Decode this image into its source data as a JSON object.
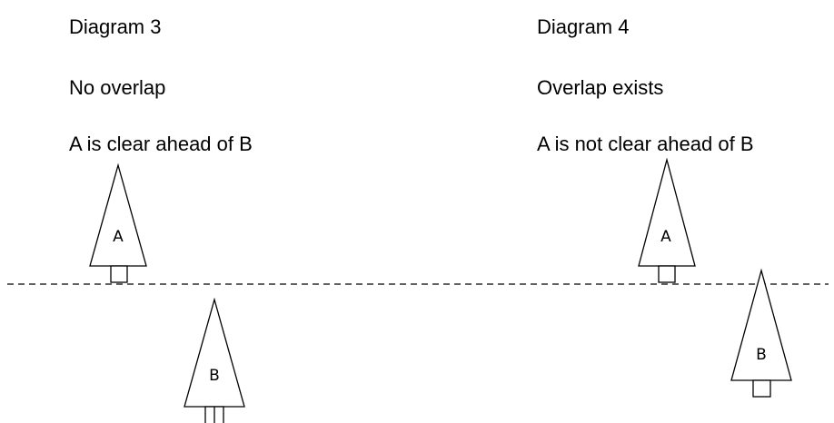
{
  "diagram3": {
    "title": "Diagram 3",
    "status": "No overlap",
    "caption": "A is clear ahead of B",
    "boat_a_label": "A",
    "boat_b_label": "B"
  },
  "diagram4": {
    "title": "Diagram 4",
    "status": "Overlap exists",
    "caption": "A is not clear ahead of B",
    "boat_a_label": "A",
    "boat_b_label": "B"
  },
  "colors": {
    "stroke": "#000000",
    "background": "#ffffff"
  }
}
